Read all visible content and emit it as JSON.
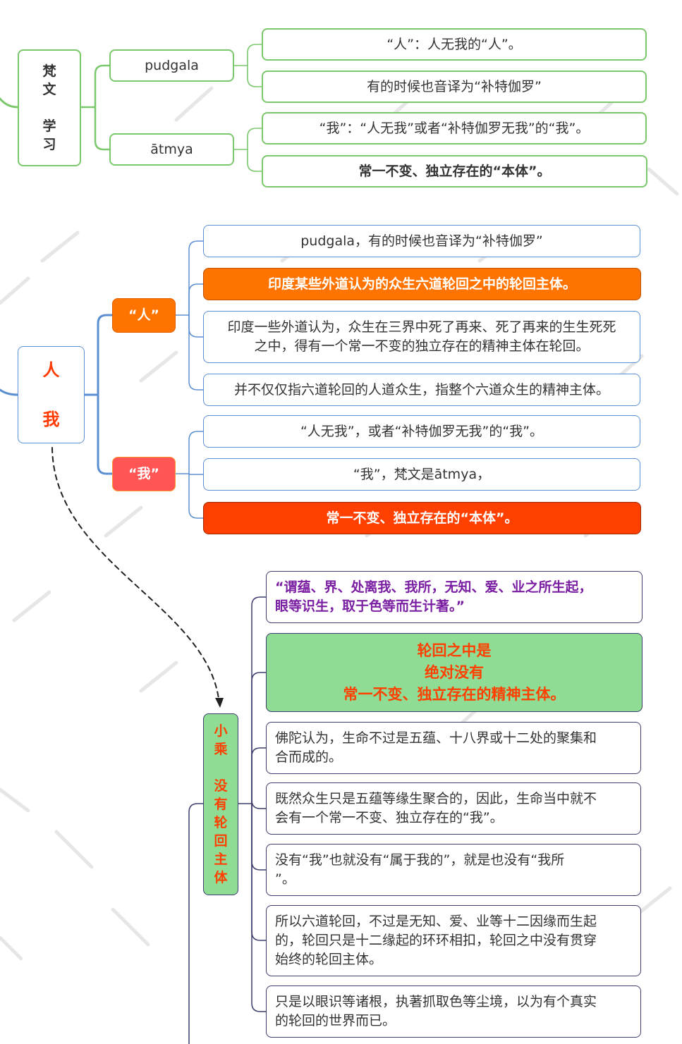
{
  "section1": {
    "root": [
      "梵",
      "文",
      "",
      "学",
      "习"
    ],
    "pudgala": {
      "label": "pudgala",
      "items": [
        "“人”：人无我的“人”。",
        "有的时候也音译为“补特伽罗”"
      ]
    },
    "atmya": {
      "label": "ātmya",
      "items": [
        "“我”：“人无我”或者“补特伽罗无我”的“我”。",
        "常一不变、独立存在的“本体”。"
      ]
    }
  },
  "section2": {
    "root": [
      "人",
      "",
      "我"
    ],
    "ren": {
      "label": "“人”",
      "items": [
        "pudgala，有的时候也音译为“补特伽罗”",
        "印度某些外道认为的众生六道轮回之中的轮回主体。",
        "印度一些外道认为，众生在三界中死了再来、死了再来的生生死死\n之中，得有一个常一不变的独立存在的精神主体在轮回。",
        "并不仅仅指六道轮回的人道众生，指整个六道众生的精神主体。"
      ]
    },
    "wo": {
      "label": "“我”",
      "items": [
        "“人无我”，或者“补特伽罗无我”的“我”。",
        "“我”，梵文是ātmya，",
        "常一不变、独立存在的“本体”。"
      ]
    }
  },
  "section3": {
    "root": [
      "小",
      "乘",
      "",
      "没",
      "有",
      "轮",
      "回",
      "主",
      "体"
    ],
    "items": [
      "“谓蕴、界、处离我、我所，无知、爱、业之所生起，\n眼等识生，取于色等而生计著。”",
      "轮回之中是\n绝对没有\n常一不变、独立存在的精神主体。",
      "佛陀认为，生命不过是五蕴、十八界或十二处的聚集和\n合而成的。",
      "既然众生只是五蕴等缘生聚合的，因此，生命当中就不\n会有一个常一不变、独立存在的“我”。",
      "没有“我”也就没有“属于我的”，就是也没有“我所\n”。",
      "所以六道轮回，不过是无知、爱、业等十二因缘而生起\n的，轮回只是十二缘起的环环相扣，轮回之中没有贯穿\n始终的轮回主体。",
      "只是以眼识等诸根，执著抓取色等尘境，以为有个真实\n的轮回的世界而已。"
    ]
  },
  "colors": {
    "green": "#7bc86c",
    "blue": "#5b8fd1",
    "orange": "#ff7400",
    "red": "#ff5555",
    "redorange": "#ff4000",
    "mint": "#8fdc95",
    "purple": "#7b1fa2",
    "dark": "#3d3d6e"
  }
}
